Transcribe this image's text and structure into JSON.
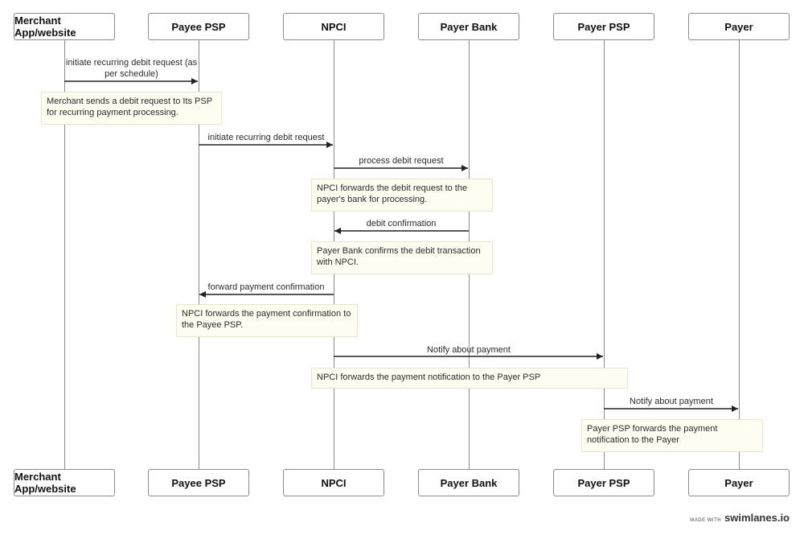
{
  "participants": [
    {
      "id": "merchant",
      "label": "Merchant App/website"
    },
    {
      "id": "payee_psp",
      "label": "Payee PSP"
    },
    {
      "id": "npci",
      "label": "NPCI"
    },
    {
      "id": "payer_bank",
      "label": "Payer Bank"
    },
    {
      "id": "payer_psp",
      "label": "Payer PSP"
    },
    {
      "id": "payer",
      "label": "Payer"
    }
  ],
  "messages": [
    {
      "label": "initiate recurring debit request (as per schedule)",
      "from": "merchant",
      "to": "payee_psp"
    },
    {
      "label": "initiate recurring debit request",
      "from": "payee_psp",
      "to": "npci"
    },
    {
      "label": "process debit request",
      "from": "npci",
      "to": "payer_bank"
    },
    {
      "label": "debit confirmation",
      "from": "payer_bank",
      "to": "npci"
    },
    {
      "label": "forward payment confirmation",
      "from": "npci",
      "to": "payee_psp"
    },
    {
      "label": "Notify about payment",
      "from": "npci",
      "to": "payer_psp"
    },
    {
      "label": "Notify about payment",
      "from": "payer_psp",
      "to": "payer"
    }
  ],
  "notes": [
    {
      "text": "Merchant sends a debit request to Its PSP for recurring payment processing."
    },
    {
      "text": "NPCI forwards the debit request to the payer's bank for processing."
    },
    {
      "text": "Payer Bank confirms the debit transaction with NPCI."
    },
    {
      "text": "NPCI forwards the payment confirmation to the Payee PSP."
    },
    {
      "text": "NPCI forwards the payment notification to the Payer PSP"
    },
    {
      "text": "Payer PSP forwards the payment notification to the Payer"
    }
  ],
  "credit": {
    "made_with": "MADE WITH",
    "brand": "swimlanes.io"
  },
  "colors": {
    "line": "#8a8a8a",
    "arrow": "#222222",
    "note_bg": "#fefdf1",
    "note_border": "#e8e6c6"
  }
}
